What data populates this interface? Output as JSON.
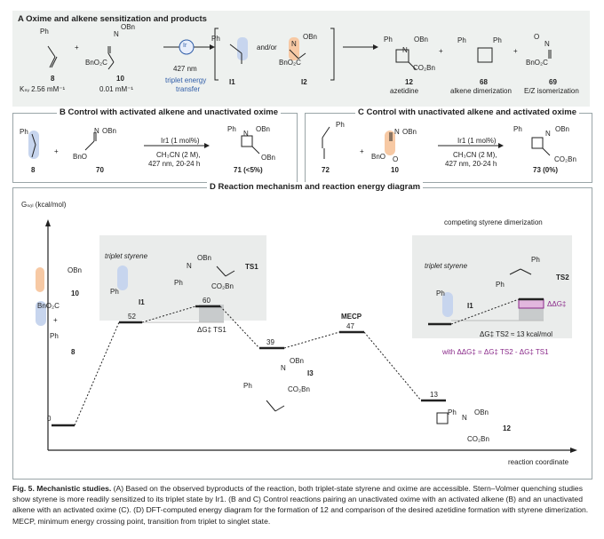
{
  "panel_a": {
    "title": "A Oxime and alkene sensitization and products",
    "compound_8_label": "8",
    "compound_10_label": "10",
    "ksv_8": "Kₛᵥ 2.56 mM⁻¹",
    "ksv_10": "0.01 mM⁻¹",
    "catalyst_label": "Ir",
    "wavelength": "427 nm",
    "transfer_label_1": "triplet energy",
    "transfer_label_2": "transfer",
    "andor": "and/or",
    "i1": "I1",
    "i2": "I2",
    "product_12": "12",
    "product_12_name": "azetidine",
    "product_68": "68",
    "product_68_name": "alkene dimerization",
    "product_69": "69",
    "product_69_name": "E/Z isomerization",
    "plus": "+",
    "ph": "Ph",
    "obn": "OBn",
    "bno2c": "BnO₂C",
    "co2bn": "CO₂Bn",
    "n": "N",
    "o": "O"
  },
  "panel_b": {
    "title": "B Control with activated alkene and unactivated oxime",
    "compound_8": "8",
    "compound_70": "70",
    "catalyst": "Ir1 (1 mol%)",
    "solvent": "CH₃CN (2 M),",
    "conditions": "427 nm, 20-24 h",
    "product": "71 (<5%)",
    "bno": "BnO",
    "obn": "OBn",
    "ph": "Ph",
    "n": "N",
    "plus": "+"
  },
  "panel_c": {
    "title": "C Control with unactivated alkene and activated oxime",
    "compound_72": "72",
    "compound_10": "10",
    "catalyst": "Ir1 (1 mol%)",
    "solvent": "CH₃CN (2 M),",
    "conditions": "427 nm, 20-24 h",
    "product": "73 (0%)",
    "bno": "BnO",
    "obn": "OBn",
    "ph": "Ph",
    "co2bn": "CO₂Bn",
    "n": "N",
    "o": "O",
    "plus": "+"
  },
  "panel_d": {
    "title": "D Reaction mechanism and reaction energy diagram",
    "y_axis": "Gₛₒₗ (kcal/mol)",
    "x_axis": "reaction coordinate",
    "triplet_styrene": "triplet styrene",
    "ts1": "TS1",
    "ts2": "TS2",
    "i1": "I1",
    "i3": "I3",
    "mecp": "MECP",
    "dg_ts1": "ΔG‡ TS1",
    "dg_ts2": "ΔG‡ TS2 ≈ 13 kcal/mol",
    "ddg": "ΔΔG‡",
    "competing": "competing styrene dimerization",
    "formula": "with ΔΔG‡ = ΔG‡ TS2 - ΔG‡ TS1",
    "compound_10": "10",
    "compound_8": "8",
    "compound_12": "12",
    "energies": [
      "0",
      "52",
      "60",
      "39",
      "47",
      "13"
    ],
    "ph": "Ph",
    "obn": "OBn",
    "bno2c": "BnO₂C",
    "co2bn": "CO₂Bn",
    "n": "N",
    "plus": "+"
  },
  "caption": {
    "fig": "Fig. 5. Mechanistic studies.",
    "body": " (A) Based on the observed byproducts of the reaction, both triplet-state styrene and oxime are accessible. Stern–Volmer quenching studies show styrene is more readily sensitized to its triplet state by Ir1. (B and C) Control reactions pairing an unactivated oxime with an activated alkene (B) and an unactivated alkene with an activated oxime (C). (D) DFT-computed energy diagram for the formation of 12 and comparison of the desired azetidine formation with styrene dimerization. MECP, minimum energy crossing point, transition from triplet to singlet state."
  }
}
